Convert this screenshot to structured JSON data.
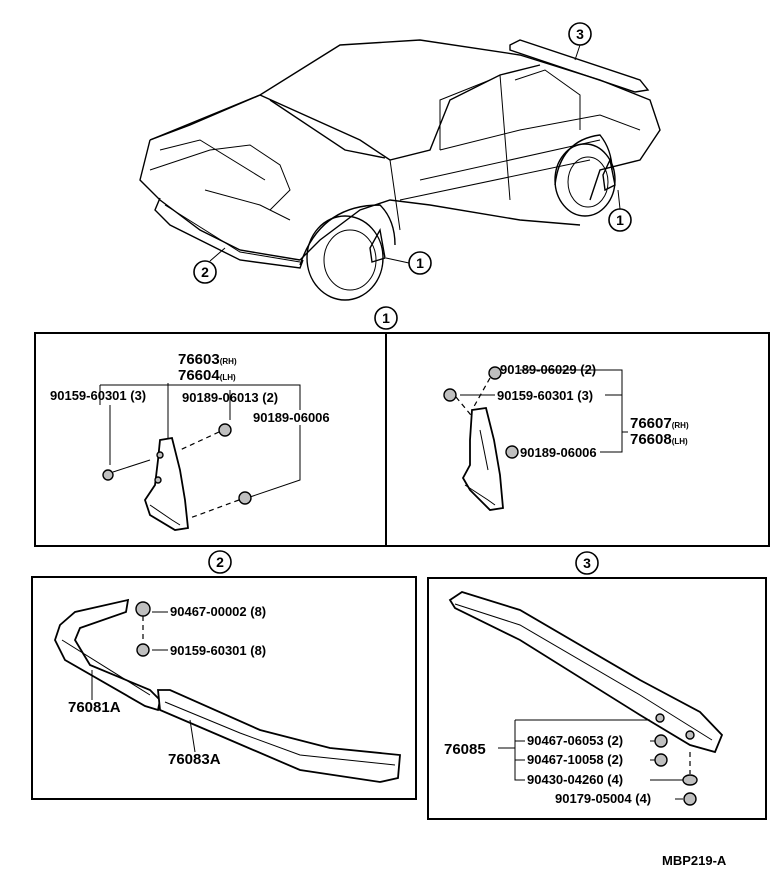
{
  "callouts": {
    "c1_section": "1",
    "c2_section": "2",
    "c3_section": "3",
    "c1_car_rear": "1",
    "c1_car_front": "1",
    "c2_car": "2",
    "c3_car": "3"
  },
  "panel1_left": {
    "p76603": "76603",
    "p76603_side": "(RH)",
    "p76604": "76604",
    "p76604_side": "(LH)",
    "p90159": "90159-60301 (3)",
    "p90189_06013": "90189-06013 (2)",
    "p90189_06006": "90189-06006"
  },
  "panel1_right": {
    "p90189_06029": "90189-06029 (2)",
    "p90159": "90159-60301 (3)",
    "p90189_06006": "90189-06006",
    "p76607": "76607",
    "p76607_side": "(RH)",
    "p76608": "76608",
    "p76608_side": "(LH)"
  },
  "panel2": {
    "p90467": "90467-00002 (8)",
    "p90159": "90159-60301 (8)",
    "p76081A": "76081A",
    "p76083A": "76083A"
  },
  "panel3": {
    "p76085": "76085",
    "p90467_06053": "90467-06053 (2)",
    "p90467_10058": "90467-10058 (2)",
    "p90430": "90430-04260 (4)",
    "p90179": "90179-05004 (4)"
  },
  "footer": {
    "code": "MBP219-A"
  }
}
